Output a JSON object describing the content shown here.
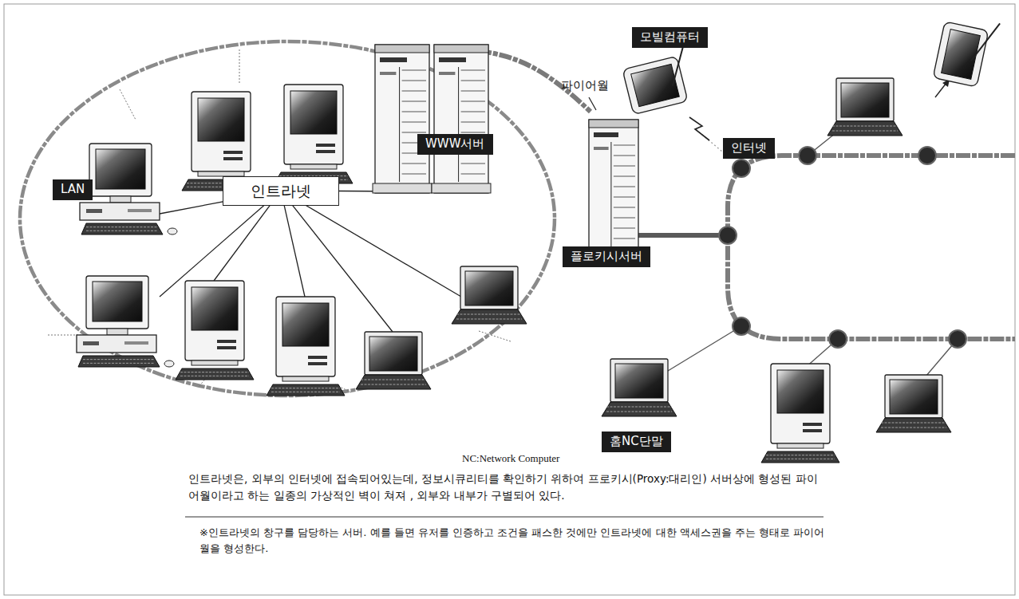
{
  "diagram": {
    "caption": "인트라넷은, 외부의 인터넷에 접속되어있는데, 정보시큐리티를 확인하기 위하여 프로키시(Proxy:대리인) 서버상에 형성된 파이어월이라고 하는 일종의 가상적인 벽이 쳐져 , 외부와 내부가 구별되어 있다.",
    "nodes": [
      {
        "text": [
          "모빌컴퓨터"
        ]
      },
      {
        "text": [
          "WWW서버"
        ]
      },
      {
        "text": [
          "인터넷"
        ]
      },
      {
        "text": [
          "LAN"
        ]
      },
      {
        "text": [
          "인트라넷"
        ]
      },
      {
        "text": [
          "플로키시서버"
        ]
      },
      {
        "text": [
          "홈NC단말"
        ]
      }
    ],
    "labels": [
      "파이어월",
      "NC:Network Computer",
      "※인트라넷의 창구를 담당하는 서버. 예를 들면 유저를 인증하고 조건을 패스한 것에만 인트라넷에 대한 액세스권을 주는 형태로 파이어월을 형성한다."
    ]
  }
}
